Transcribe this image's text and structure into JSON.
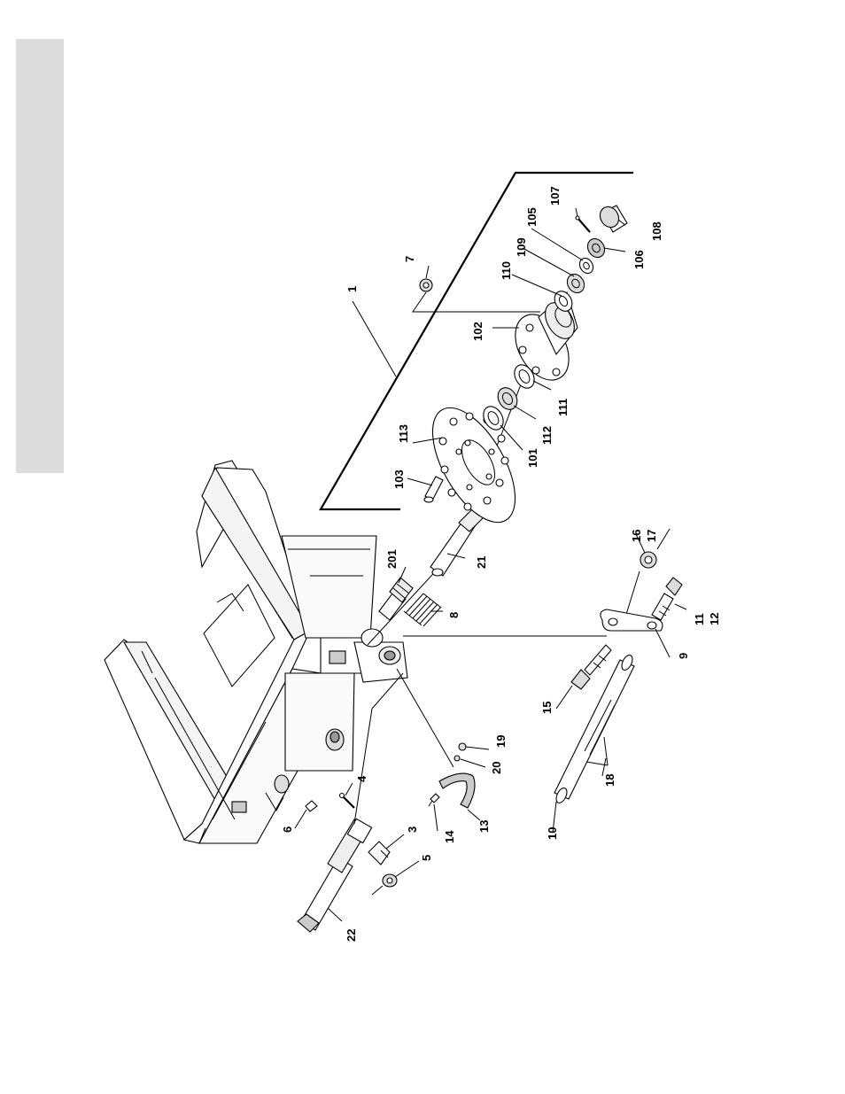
{
  "page": {
    "side_tab_color": "#dcdcdc"
  },
  "callouts": [
    {
      "id": "1",
      "label": "1"
    },
    {
      "id": "3",
      "label": "3"
    },
    {
      "id": "4",
      "label": "4"
    },
    {
      "id": "5",
      "label": "5"
    },
    {
      "id": "6",
      "label": "6"
    },
    {
      "id": "7",
      "label": "7"
    },
    {
      "id": "8",
      "label": "8"
    },
    {
      "id": "9",
      "label": "9"
    },
    {
      "id": "10",
      "label": "10"
    },
    {
      "id": "11",
      "label": "11"
    },
    {
      "id": "12",
      "label": "12"
    },
    {
      "id": "13",
      "label": "13"
    },
    {
      "id": "14",
      "label": "14"
    },
    {
      "id": "15",
      "label": "15"
    },
    {
      "id": "16",
      "label": "16"
    },
    {
      "id": "17",
      "label": "17"
    },
    {
      "id": "18",
      "label": "18"
    },
    {
      "id": "19",
      "label": "19"
    },
    {
      "id": "20",
      "label": "20"
    },
    {
      "id": "21",
      "label": "21"
    },
    {
      "id": "22",
      "label": "22"
    },
    {
      "id": "101",
      "label": "101"
    },
    {
      "id": "102",
      "label": "102"
    },
    {
      "id": "103",
      "label": "103"
    },
    {
      "id": "105",
      "label": "105"
    },
    {
      "id": "106",
      "label": "106"
    },
    {
      "id": "107",
      "label": "107"
    },
    {
      "id": "108",
      "label": "108"
    },
    {
      "id": "109",
      "label": "109"
    },
    {
      "id": "110",
      "label": "110"
    },
    {
      "id": "111",
      "label": "111"
    },
    {
      "id": "112",
      "label": "112"
    },
    {
      "id": "113",
      "label": "113"
    },
    {
      "id": "201",
      "label": "201"
    }
  ]
}
